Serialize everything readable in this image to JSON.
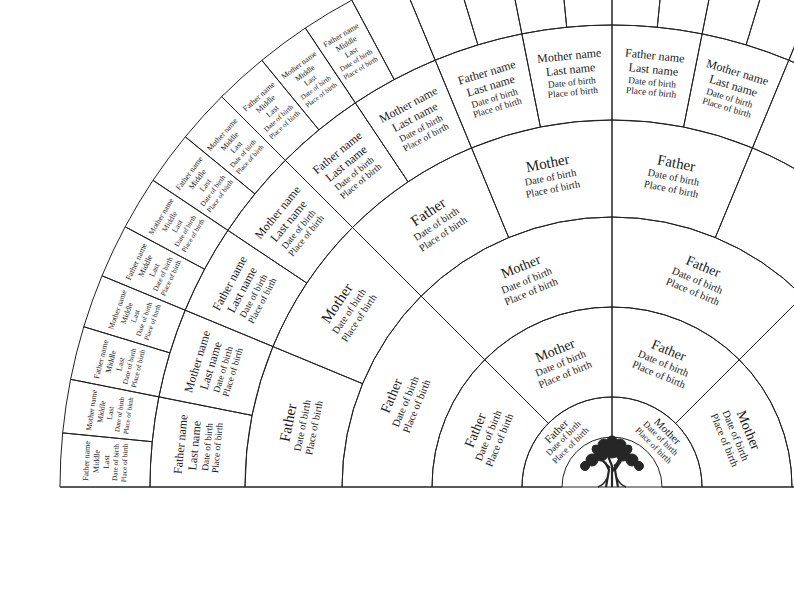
{
  "diagram": {
    "nodes": [
      {
        "text": [
          "Father",
          "Date of birth",
          "Place of birth"
        ]
      },
      {
        "text": [
          "Mother",
          "Date of birth",
          "Place of birth"
        ]
      },
      {
        "text": [
          "Father",
          "Date of birth",
          "Place of birth"
        ]
      },
      {
        "text": [
          "Mother",
          "Date of birth",
          "Place of birth"
        ]
      },
      {
        "text": [
          "Father",
          "Date of birth",
          "Place of birth"
        ]
      },
      {
        "text": [
          "Mother",
          "Date of birth",
          "Place of birth"
        ]
      },
      {
        "text": [
          "Father",
          "Date of birth",
          "Place of birth"
        ]
      },
      {
        "text": [
          "Mother",
          "Date of birth",
          "Place of birth"
        ]
      },
      {
        "text": [
          "Father",
          "Date of birth",
          "Place of birth"
        ]
      },
      {
        "text": [
          "Father",
          "Date of birth",
          "Place of birth"
        ]
      },
      {
        "text": [
          "Mother",
          "Date of birth",
          "Place of birth"
        ]
      },
      {
        "text": [
          "Father",
          "Date of birth",
          "Place of birth"
        ]
      },
      {
        "text": [
          "Mother",
          "Date of birth",
          "Place of birth"
        ]
      },
      {
        "text": [
          "Father",
          "Date of birth",
          "Place of birth"
        ]
      },
      {
        "text": [
          "Father name",
          "Last name",
          "Date of birth",
          "Place of birth"
        ]
      },
      {
        "text": [
          "Mother name",
          "Last name",
          "Date of birth",
          "Place of birth"
        ]
      },
      {
        "text": [
          "Father name",
          "Last name",
          "Date of birth",
          "Place of birth"
        ]
      },
      {
        "text": [
          "Mother name",
          "Last name",
          "Date of birth",
          "Place of birth"
        ]
      },
      {
        "text": [
          "Father name",
          "Last name",
          "Date of birth",
          "Place of birth"
        ]
      },
      {
        "text": [
          "Mother name",
          "Last name",
          "Date of birth",
          "Place of birth"
        ]
      },
      {
        "text": [
          "Father name",
          "Last name",
          "Date of birth",
          "Place of birth"
        ]
      },
      {
        "text": [
          "Mother name",
          "Last name",
          "Date of birth",
          "Place of birth"
        ]
      },
      {
        "text": [
          "Father name",
          "Last name",
          "Date of birth",
          "Place of birth"
        ]
      },
      {
        "text": [
          "Mother name",
          "Last name",
          "Date of birth",
          "Place of birth"
        ]
      },
      {
        "text": [
          "Father name",
          "Middle",
          "Last",
          "Date of birth",
          "Place of birth"
        ]
      },
      {
        "text": [
          "Mother name",
          "Middle",
          "Last",
          "Date of birth",
          "Place of birth"
        ]
      },
      {
        "text": [
          "Father name",
          "Middle",
          "Last",
          "Date of birth",
          "Place of birth"
        ]
      },
      {
        "text": [
          "Mother name",
          "Middle",
          "Last",
          "Date of birth",
          "Place of birth"
        ]
      },
      {
        "text": [
          "Father name",
          "Middle",
          "Last",
          "Date of birth",
          "Place of birth"
        ]
      },
      {
        "text": [
          "Mother name",
          "Middle",
          "Last",
          "Date of birth",
          "Place of birth"
        ]
      },
      {
        "text": [
          "Father name",
          "Middle",
          "Last",
          "Date of birth",
          "Place of birth"
        ]
      },
      {
        "text": [
          "Mother name",
          "Middle",
          "Last",
          "Date of birth",
          "Place of birth"
        ]
      },
      {
        "text": [
          "Father name",
          "Middle",
          "Last",
          "Date of birth",
          "Place of birth"
        ]
      },
      {
        "text": [
          "Mother name",
          "Middle",
          "Last",
          "Date of birth",
          "Place of birth"
        ]
      },
      {
        "text": [
          "Father name",
          "Middle",
          "Last",
          "Date of birth",
          "Place of birth"
        ]
      }
    ]
  }
}
